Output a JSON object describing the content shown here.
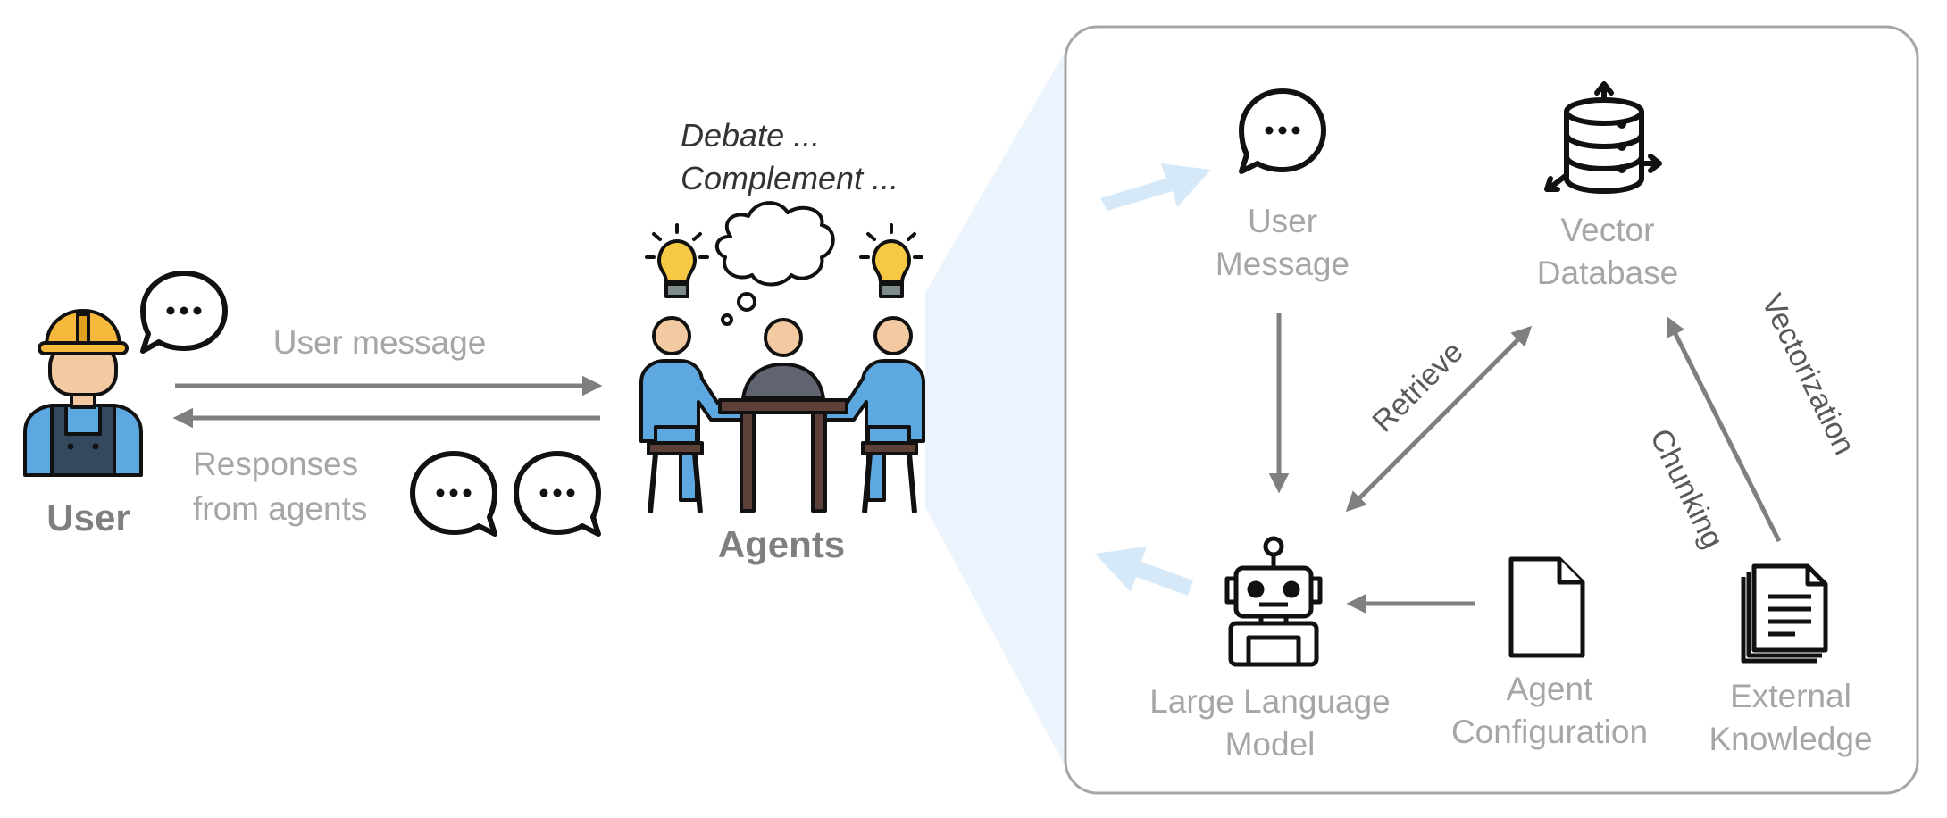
{
  "left": {
    "user_label": "User",
    "agents_label": "Agents",
    "user_message_label": "User message",
    "responses_label": [
      "Responses",
      "from agents"
    ],
    "agent_notes": [
      "Debate ...",
      "Complement ..."
    ]
  },
  "panel": {
    "user_message": [
      "User",
      "Message"
    ],
    "vector_database": [
      "Vector",
      "Database"
    ],
    "llm": [
      "Large Language",
      "Model"
    ],
    "agent_configuration": [
      "Agent",
      "Configuration"
    ],
    "external_knowledge": [
      "External",
      "Knowledge"
    ],
    "edge_retrieve": "Retrieve",
    "edge_chunking": "Chunking",
    "edge_vectorization": "Vectorization"
  },
  "colors": {
    "arrow": "#7f7f7f",
    "label": "#a6a6a6",
    "panel_border": "#a6a6a6",
    "zoom_fill": "#e8f1fb",
    "highlight_arrow": "#d6e9f8",
    "skin": "#f2c9a0",
    "blue_shirt": "#5da8e0",
    "helmet": "#f6b93b"
  },
  "icons": [
    "speech-bubble-icon",
    "worker-icon",
    "team-meeting-icon",
    "database-icon",
    "robot-icon",
    "document-icon",
    "documents-stack-icon"
  ]
}
